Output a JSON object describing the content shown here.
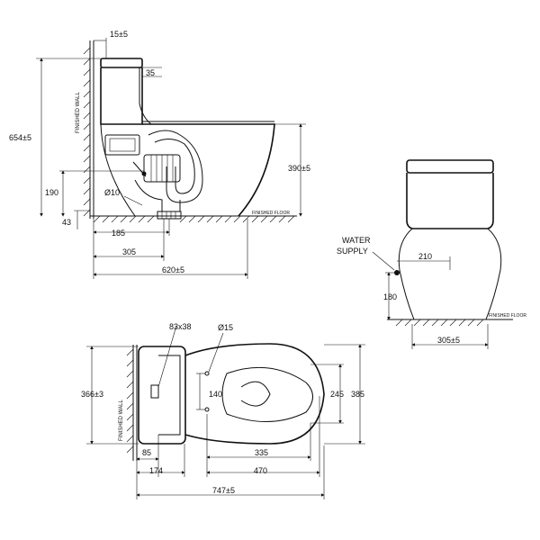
{
  "side_view": {
    "wall_label": "FINISHED WALL",
    "floor_label": "FINISHED FLOOR",
    "dims": {
      "d15": "15±5",
      "d35": "35",
      "d654": "654±5",
      "d390": "390±5",
      "d190": "190",
      "d43": "43",
      "d10": "Ø10",
      "d185": "185",
      "d305": "305",
      "d620": "620±5"
    }
  },
  "front_view": {
    "water_supply_line1": "WATER",
    "water_supply_line2": "SUPPLY",
    "floor_label": "FINISHED FLOOR",
    "dims": {
      "d210": "210",
      "d180": "180",
      "d305": "305±5"
    }
  },
  "top_view": {
    "wall_label": "FINISHED WALL",
    "dims": {
      "d83x38": "83x38",
      "d15": "Ø15",
      "d366": "366±3",
      "d140": "140",
      "d245": "245",
      "d385": "385",
      "d85": "85",
      "d335": "335",
      "d174": "174",
      "d470": "470",
      "d747": "747±5"
    }
  }
}
